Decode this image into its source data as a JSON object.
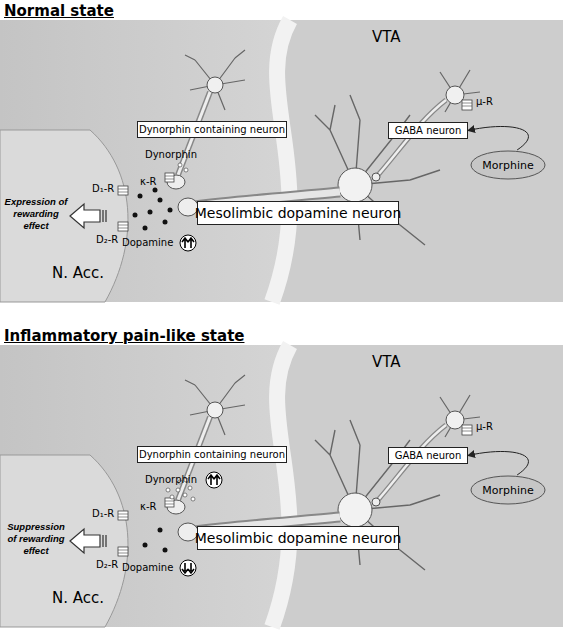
{
  "diagram": {
    "nodes": [
      {
        "text": [
          "Dynorphin containing neuron"
        ]
      },
      {
        "text": [
          "GABA neuron"
        ]
      },
      {
        "text": [
          "Morphine"
        ]
      },
      {
        "text": [
          "Mesolimbic dopamine neuron"
        ]
      },
      {
        "text": [
          "Dynorphin containing neuron"
        ]
      },
      {
        "text": [
          "GABA neuron"
        ]
      },
      {
        "text": [
          "Morphine"
        ]
      },
      {
        "text": [
          "Mesolimbic dopamine neuron"
        ]
      }
    ],
    "edges": [
      {
        "from": 2,
        "to": 1,
        "arrow": "to"
      },
      {
        "from": 6,
        "to": 5,
        "arrow": "to"
      }
    ],
    "labels": [
      "Normal state",
      "VTA",
      "μ-R",
      "Dynorphin",
      "κ-R",
      "D₁-R",
      "Expression of rewarding effect",
      "D₂-R",
      "Dopamine",
      "N. Acc.",
      "Inflammatory pain-like state",
      "VTA",
      "μ-R",
      "Dynorphin",
      "κ-R",
      "D₁-R",
      "Suppression of rewarding effect",
      "D₂-R",
      "Dopamine",
      "N. Acc."
    ]
  }
}
